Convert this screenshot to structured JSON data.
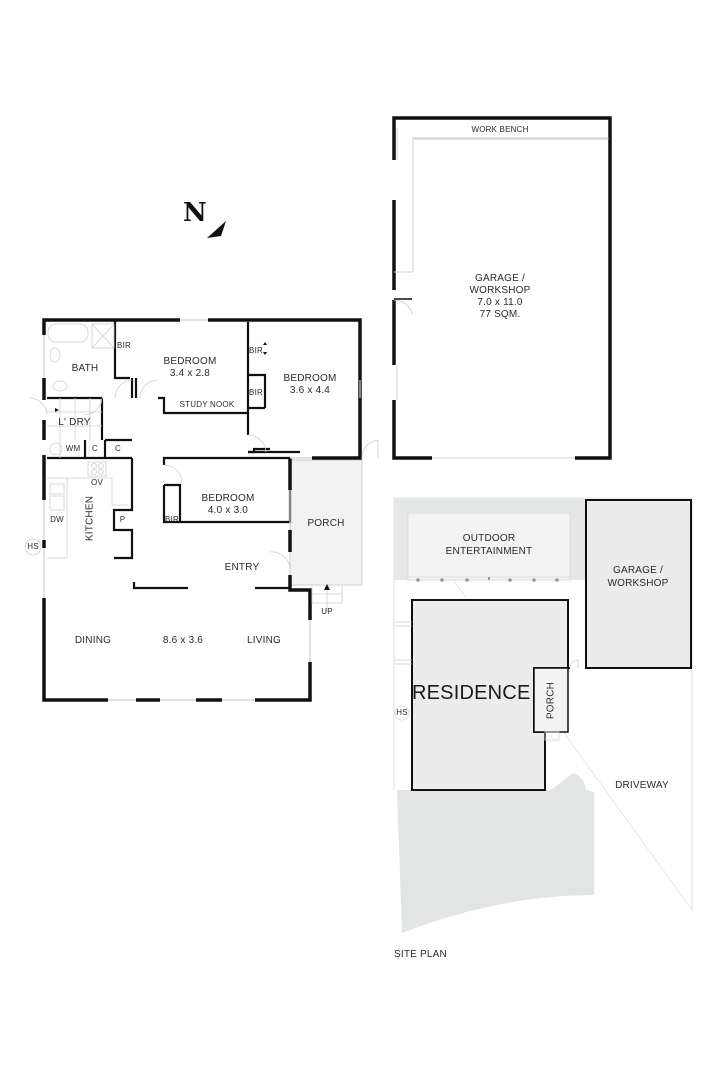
{
  "plan": {
    "north_label": "N",
    "rooms": {
      "garage_workbench": "WORK BENCH",
      "garage_name_1": "GARAGE /",
      "garage_name_2": "WORKSHOP",
      "garage_dims": "7.0 x 11.0",
      "garage_area": "77 SQM.",
      "bath": "BATH",
      "bir_1": "BIR",
      "bedroom1_name": "BEDROOM",
      "bedroom1_dims": "3.4 x 2.8",
      "study_nook": "STUDY NOOK",
      "bir_2": "BIR",
      "bir_3": "BIR",
      "bedroom2_name": "BEDROOM",
      "bedroom2_dims": "3.6 x 4.4",
      "laundry": "L' DRY",
      "wm": "WM",
      "cupboard_1": "C",
      "cupboard_2": "C",
      "oven": "OV",
      "kitchen": "KITCHEN",
      "dishwasher": "DW",
      "pantry": "P",
      "hot_water": "HS",
      "bir_4": "BIR",
      "bedroom3_name": "BEDROOM",
      "bedroom3_dims": "4.0 x 3.0",
      "porch": "PORCH",
      "entry": "ENTRY",
      "up": "UP",
      "dining": "DINING",
      "living_dims": "8.6 x 3.6",
      "living": "LIVING"
    }
  },
  "site_plan": {
    "title": "SITE PLAN",
    "outdoor_1": "OUTDOOR",
    "outdoor_2": "ENTERTAINMENT",
    "garage_1": "GARAGE /",
    "garage_2": "WORKSHOP",
    "residence": "RESIDENCE",
    "porch": "PORCH",
    "hot_water": "HS",
    "driveway": "DRIVEWAY"
  },
  "colors": {
    "wall": "#111111",
    "site_fill": "#ececec",
    "site_dark_fill": "#e3e4e4",
    "window": "#d0d0d0",
    "porch_fill": "#f2f2f2"
  }
}
